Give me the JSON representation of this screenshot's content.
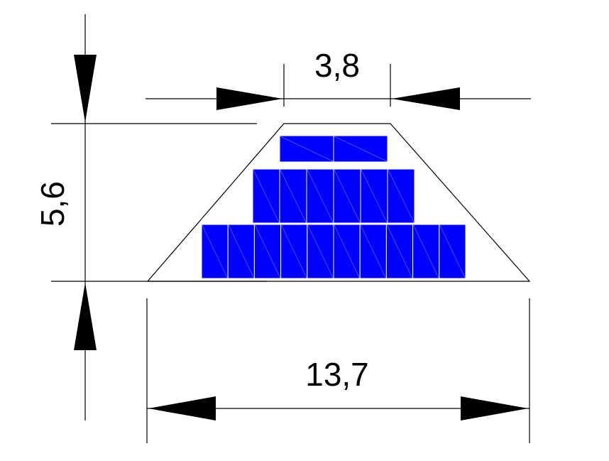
{
  "dimensions": {
    "top_width": "3,8",
    "bottom_width": "13,7",
    "height": "5,6"
  },
  "blocks": {
    "rows": [
      {
        "count": 2
      },
      {
        "count": 6
      },
      {
        "count": 10
      }
    ]
  },
  "colors": {
    "block_fill": "#0000ff",
    "line": "#000000",
    "background": "#ffffff"
  }
}
